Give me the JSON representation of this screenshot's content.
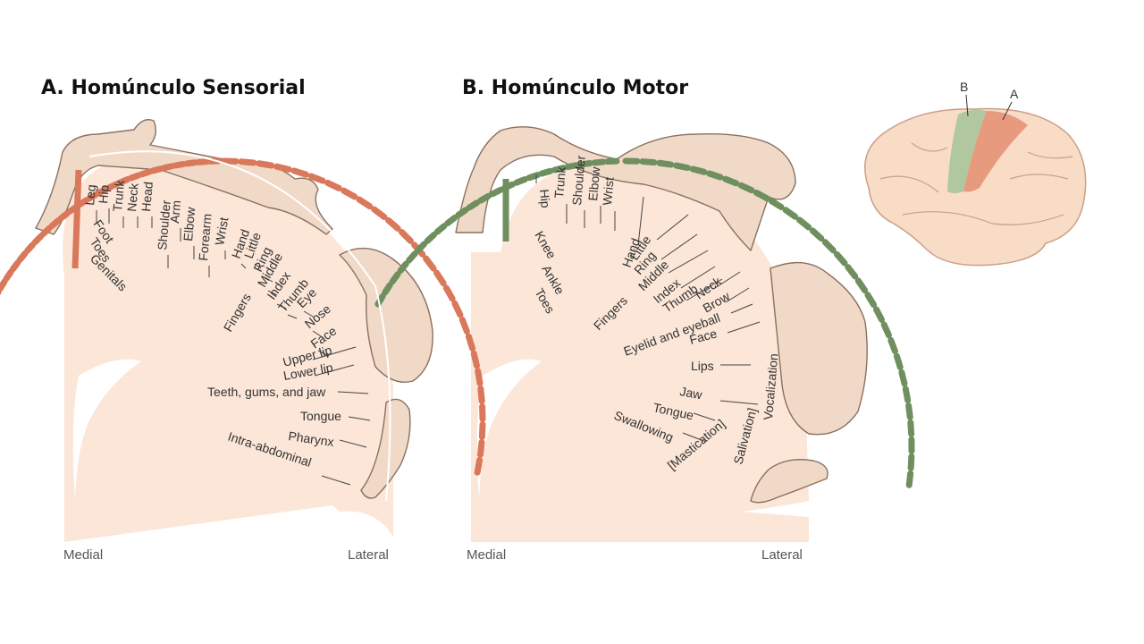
{
  "colors": {
    "sensory": "#d9785a",
    "motor": "#6f8f5f",
    "tissue": "#fbe6d8",
    "figure_fill": "#f1d9c8",
    "figure_stroke": "#8a7060",
    "label": "#333333",
    "brain_fill": "#f8dcc6",
    "brain_stroke": "#caa088"
  },
  "panel_a": {
    "title": "A. Homúnculo Sensorial",
    "medial": "Medial",
    "lateral": "Lateral",
    "labels": [
      "Leg",
      "Hip",
      "Trunk",
      "Neck",
      "Head",
      "Shoulder",
      "Arm",
      "Elbow",
      "Forearm",
      "Wrist",
      "Hand",
      "Little",
      "Ring",
      "Middle",
      "Index",
      "Fingers",
      "Thumb",
      "Eye",
      "Nose",
      "Face",
      "Upper lip",
      "Lower lip",
      "Teeth, gums, and jaw",
      "Tongue",
      "Pharynx",
      "Intra-abdominal",
      "Foot",
      "Toes",
      "Genitals"
    ]
  },
  "panel_b": {
    "title": "B. Homúnculo Motor",
    "medial": "Medial",
    "lateral": "Lateral",
    "labels": [
      "Hip",
      "Trunk",
      "Shoulder",
      "Elbow",
      "Wrist",
      "Hand",
      "Little",
      "Ring",
      "Middle",
      "Index",
      "Fingers",
      "Thumb",
      "Neck",
      "Brow",
      "Eyelid and eyeball",
      "Face",
      "Lips",
      "Jaw",
      "Tongue",
      "Swallowing",
      "[Mastication]",
      "Salivation]",
      "Vocalization",
      "Knee",
      "Ankle",
      "Toes"
    ]
  },
  "brain": {
    "label_a": "A",
    "label_b": "B"
  }
}
